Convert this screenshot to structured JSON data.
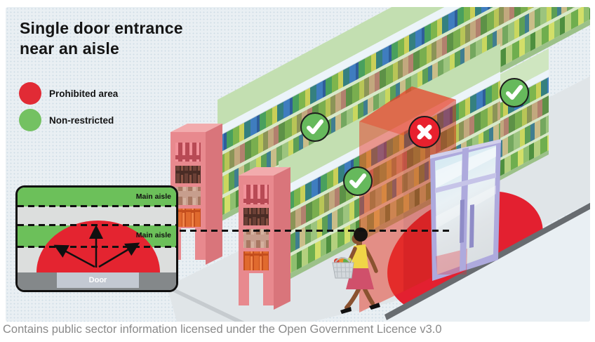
{
  "header": {
    "title_line1": "Single door entrance",
    "title_line2": "near an aisle"
  },
  "legend": {
    "items": [
      {
        "label": "Prohibited area",
        "color": "#e12b35"
      },
      {
        "label": "Non-restricted",
        "color": "#74c162"
      }
    ]
  },
  "inset": {
    "aisle_label_top": "Main aisle",
    "aisle_label_bottom": "Main aisle",
    "door_label": "Door"
  },
  "scene": {
    "status_colors": {
      "allowed": "#66b95c",
      "prohibited": "#e8212e"
    },
    "floor_color": "#e0e5e8",
    "shelf_endcap_color": "#e8898e"
  },
  "footer": {
    "license_text": "Contains public sector information licensed under the Open Government Licence v3.0"
  }
}
